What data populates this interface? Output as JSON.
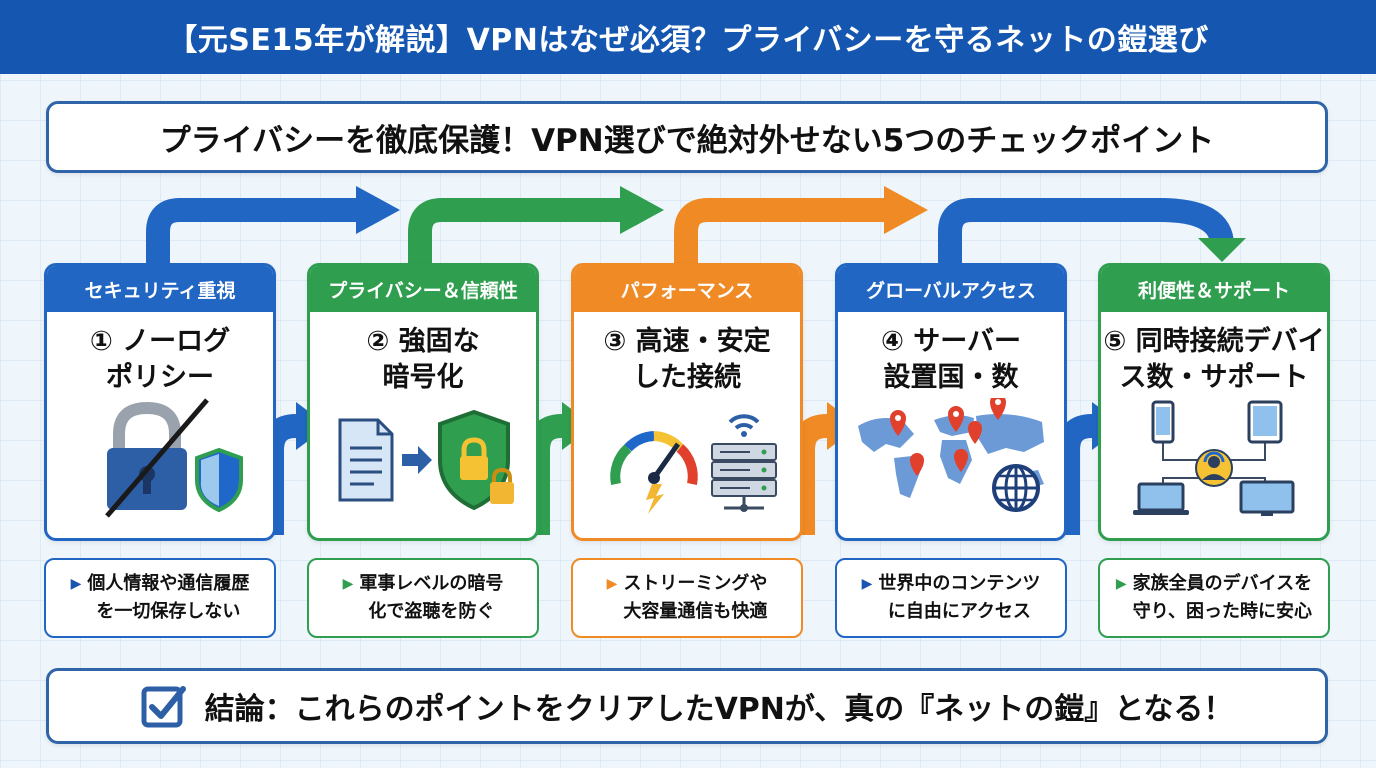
{
  "banner": {
    "title": "【元SE15年が解説】VPNはなぜ必須？プライバシーを守るネットの鎧選び"
  },
  "subtitle": "プライバシーを徹底保護！VPN選びで絶対外せない5つのチェックポイント",
  "colors": {
    "blue": "#2266c4",
    "green": "#2f9e4f",
    "orange": "#ef8a25",
    "banner": "#1557b0"
  },
  "cards": [
    {
      "header": "セキュリティ重視",
      "title": [
        "① ノーログ",
        "ポリシー"
      ],
      "desc": [
        "個人情報や通信履歴",
        "を一切保存しない"
      ],
      "icon": "lock-shield-icon"
    },
    {
      "header": "プライバシー＆信頼性",
      "title": [
        "② 強固な",
        "暗号化"
      ],
      "desc": [
        "軍事レベルの暗号",
        "化で盗聴を防ぐ"
      ],
      "icon": "encryption-icon"
    },
    {
      "header": "パフォーマンス",
      "title": [
        "③ 高速・安定",
        "した接続"
      ],
      "desc": [
        "ストリーミングや",
        "大容量通信も快適"
      ],
      "icon": "speedometer-server-icon"
    },
    {
      "header": "グローバルアクセス",
      "title": [
        "④ サーバー",
        "設置国・数"
      ],
      "desc": [
        "世界中のコンテンツ",
        "に自由にアクセス"
      ],
      "icon": "world-map-icon"
    },
    {
      "header": "利便性＆サポート",
      "title": [
        "⑤ 同時接続デバイ",
        "ス数・サポート"
      ],
      "desc": [
        "家族全員のデバイスを",
        "守り、困った時に安心"
      ],
      "icon": "multi-device-icon"
    }
  ],
  "conclusion": "結論：これらのポイントをクリアしたVPNが、真の『ネットの鎧』となる！"
}
